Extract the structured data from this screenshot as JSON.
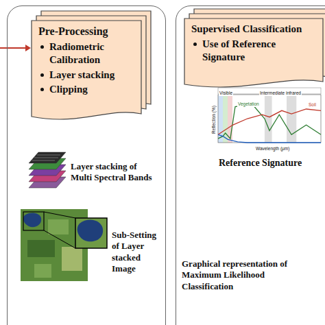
{
  "diagram": {
    "nodes": [
      {
        "text": [
          "Layer stacking of Multi Spectral Bands",
          "Sub-Setting of Layer stacked Image"
        ]
      },
      {
        "text": [
          "Pre-Processing",
          "Radiometric Calibration",
          "Layer stacking",
          "Clipping"
        ],
        "in": 0
      },
      {
        "text": [
          "Reference Signature",
          "Graphical representation of Maximum Likelihood Classification"
        ]
      },
      {
        "text": [
          "Supervised Classification",
          "Use of Reference Signature"
        ],
        "in": 2
      }
    ],
    "labels": [
      "Visible",
      "Intermediate infrared",
      "Soil",
      "Vegetation",
      "Wavelength (μm)",
      "Reflection (%)"
    ]
  }
}
